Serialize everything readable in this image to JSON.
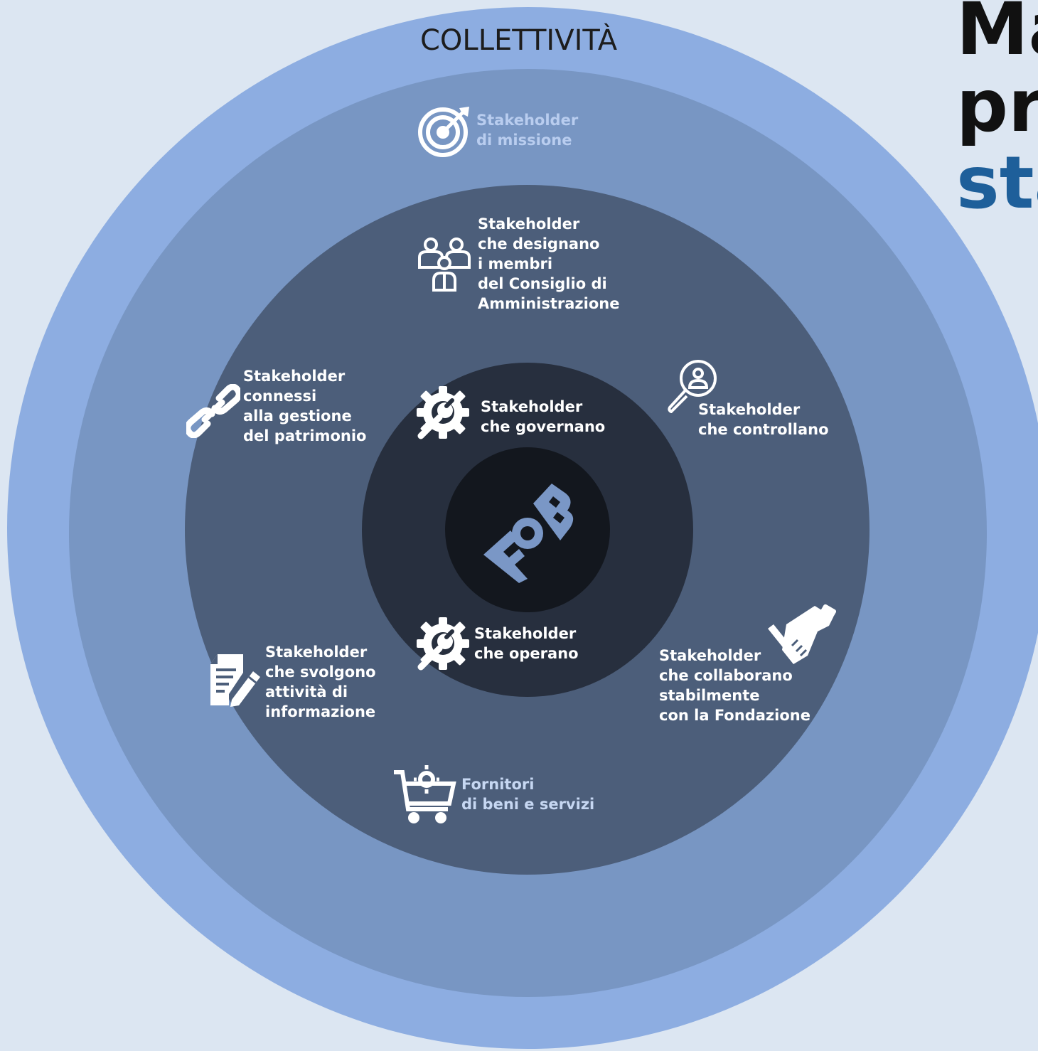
{
  "title": {
    "line1": "Ma",
    "line2": "pri",
    "line3": "sta"
  },
  "outer_ring_label": "COLLETTIVITÀ",
  "logo_text": "FOB",
  "stakeholders": {
    "missione": "Stakeholder\ndi missione",
    "designano": "Stakeholder\nche designano\ni membri\ndel Consiglio di\nAmministrazione",
    "patrimonio": "Stakeholder\nconnessi\nalla gestione\ndel patrimonio",
    "governano": "Stakeholder\nche governano",
    "controllano": "Stakeholder\nche controllano",
    "operano": "Stakeholder\nche operano",
    "informazione": "Stakeholder\nche svolgono\nattività di\ninformazione",
    "collaborano": "Stakeholder\nche collaborano\nstabilmente\ncon la Fondazione",
    "fornitori": "Fornitori\ndi beni e servizi"
  },
  "colors": {
    "background": "#dce6f2",
    "ring_outer": "#8dade1",
    "ring_2": "#7896c3",
    "ring_3": "#4c5e7a",
    "ring_4": "#272f3e",
    "ring_core": "#13171e",
    "title_accent": "#1e5f9a"
  },
  "icons": {
    "missione": "target-icon",
    "designano": "board-members-icon",
    "patrimonio": "link-icon",
    "governano": "gear-wrench-icon",
    "controllano": "magnifier-person-icon",
    "operano": "gear-wrench-icon",
    "informazione": "document-pencil-icon",
    "collaborano": "handshake-icon",
    "fornitori": "cart-gear-icon"
  }
}
